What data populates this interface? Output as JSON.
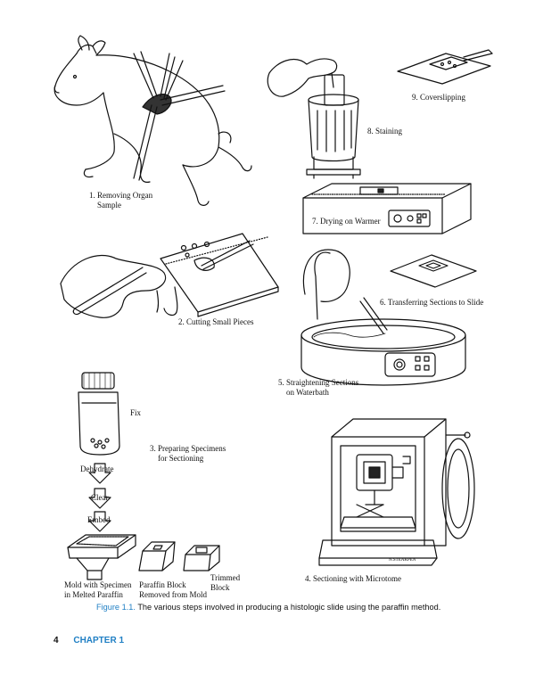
{
  "figure": {
    "steps": {
      "s1": "1. Removing Organ\n    Sample",
      "s2": "2. Cutting Small Pieces",
      "s3": "3. Preparing Specimens\n    for Sectioning",
      "s4": "4. Sectioning with Microtome",
      "s5": "5. Straightening Sections\n    on Waterbath",
      "s6": "6. Transferring Sections to Slide",
      "s7": "7. Drying on Warmer",
      "s8": "8. Staining",
      "s9": "9. Coverslipping"
    },
    "sub_labels": {
      "fix": "Fix",
      "dehydrate": "Dehydrate",
      "clear": "Clear",
      "embed": "Embed",
      "mold": "Mold with Specimen\nin Melted Paraffin",
      "paraffin_block": "Paraffin Block\nRemoved from Mold",
      "trimmed": "Trimmed\nBlock"
    },
    "microtome_brand": "N.STEAKPEN"
  },
  "caption": {
    "figure_label": "Figure 1.1.",
    "text": "The various steps involved in producing a histologic slide using the paraffin method."
  },
  "footer": {
    "page_number": "4",
    "chapter": "CHAPTER 1"
  }
}
